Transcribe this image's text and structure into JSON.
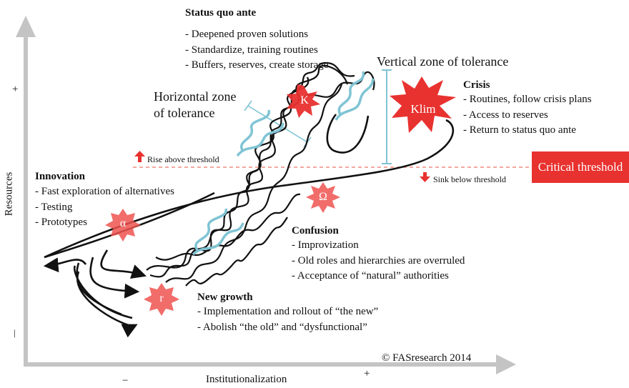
{
  "axes": {
    "y_label": "Resources",
    "x_label": "Institutionalization",
    "y_plus": "+",
    "y_minus": "|",
    "x_minus": "−",
    "x_plus": "+"
  },
  "status_quo": {
    "title": "Status quo ante",
    "items": [
      "- Deepened proven solutions",
      "- Standardize, training routines",
      "- Buffers, reserves, create storage"
    ]
  },
  "vertical_zone": "Vertical zone of tolerance",
  "horizontal_zone": [
    "Horizontal zone",
    "of tolerance"
  ],
  "crisis": {
    "title": "Crisis",
    "items": [
      "- Routines, follow crisis plans",
      "- Access to reserves",
      "- Return to status quo ante"
    ]
  },
  "innovation": {
    "title": "Innovation",
    "items": [
      "- Fast exploration of alternatives",
      "- Testing",
      "- Prototypes"
    ]
  },
  "confusion": {
    "title": "Confusion",
    "items": [
      "- Improvization",
      "- Old roles and hierarchies are overruled",
      "- Acceptance of “natural” authorities"
    ]
  },
  "new_growth": {
    "title": "New growth",
    "items": [
      "- Implementation and rollout of “the new”",
      "- Abolish “the old” and “dysfunctional”"
    ]
  },
  "threshold": {
    "rise": "Rise above threshold",
    "sink": "Sink below threshold",
    "critical": "Critical threshold"
  },
  "stars": {
    "k": "K",
    "klim": "Klim",
    "omega": "Ω",
    "alpha": "α",
    "r": "r"
  },
  "copyright": "© FASresearch 2014",
  "colors": {
    "accent_red": "#e8322f",
    "zone_cyan": "#7fc4d4",
    "axis_gray": "#bdbdbd",
    "star_red": "#ef5350"
  }
}
